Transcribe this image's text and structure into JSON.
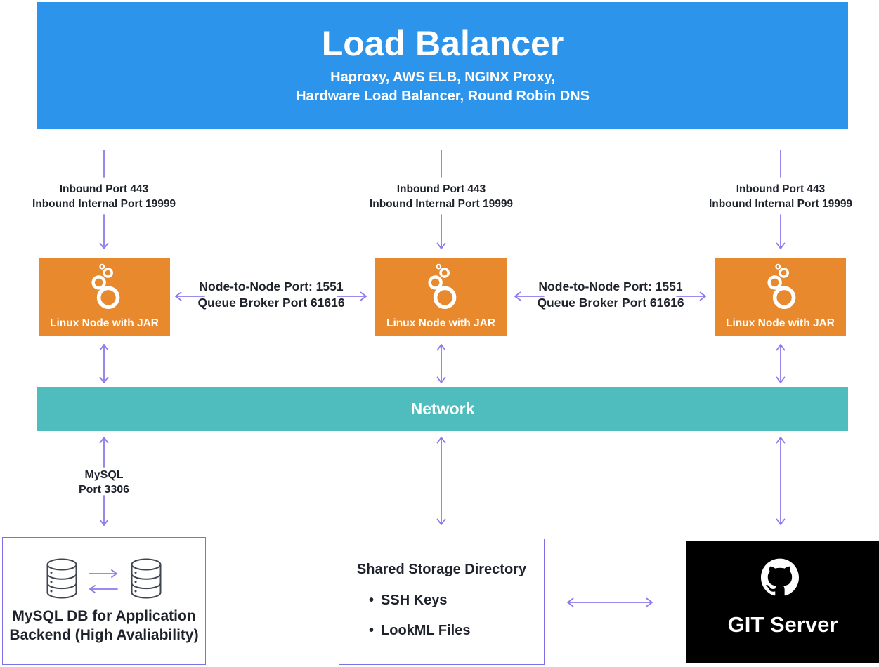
{
  "colors": {
    "load_balancer_blue": "#2D94EC",
    "node_orange": "#E8892D",
    "network_teal": "#4FBDBD",
    "connector_purple": "#8B7CEC",
    "box_border_purple": "#7F6FE6",
    "text_dark": "#1E222B",
    "git_black": "#000000",
    "database_icon_gray": "#3E4450"
  },
  "load_balancer": {
    "title": "Load Balancer",
    "subtitle_line1": "Haproxy, AWS ELB, NGINX Proxy,",
    "subtitle_line2": "Hardware Load Balancer, Round Robin DNS"
  },
  "node_columns": [
    {
      "inbound_line1": "Inbound Port 443",
      "inbound_line2": "Inbound Internal Port 19999",
      "node_label": "Linux Node with JAR"
    },
    {
      "inbound_line1": "Inbound Port 443",
      "inbound_line2": "Inbound Internal Port 19999",
      "node_label": "Linux Node with JAR"
    },
    {
      "inbound_line1": "Inbound Port 443",
      "inbound_line2": "Inbound Internal Port 19999",
      "node_label": "Linux Node with JAR"
    }
  ],
  "node_links": [
    {
      "line1": "Node-to-Node Port: 1551",
      "line2": "Queue Broker Port 61616"
    },
    {
      "line1": "Node-to-Node Port: 1551",
      "line2": "Queue Broker Port 61616"
    }
  ],
  "network": {
    "label": "Network"
  },
  "mysql_connection": {
    "line1": "MySQL",
    "line2": "Port 3306"
  },
  "mysql_db": {
    "label_line1": "MySQL DB for Application",
    "label_line2": "Backend (High Avaliability)"
  },
  "shared_storage": {
    "title": "Shared Storage Directory",
    "bullet": "•",
    "items": [
      "SSH Keys",
      "LookML Files"
    ]
  },
  "git_server": {
    "label": "GIT Server"
  },
  "icons": {
    "looker_node": "looker-circles-icon",
    "github": "github-octocat-icon",
    "mysql_database": "database-cylinder-icon"
  }
}
